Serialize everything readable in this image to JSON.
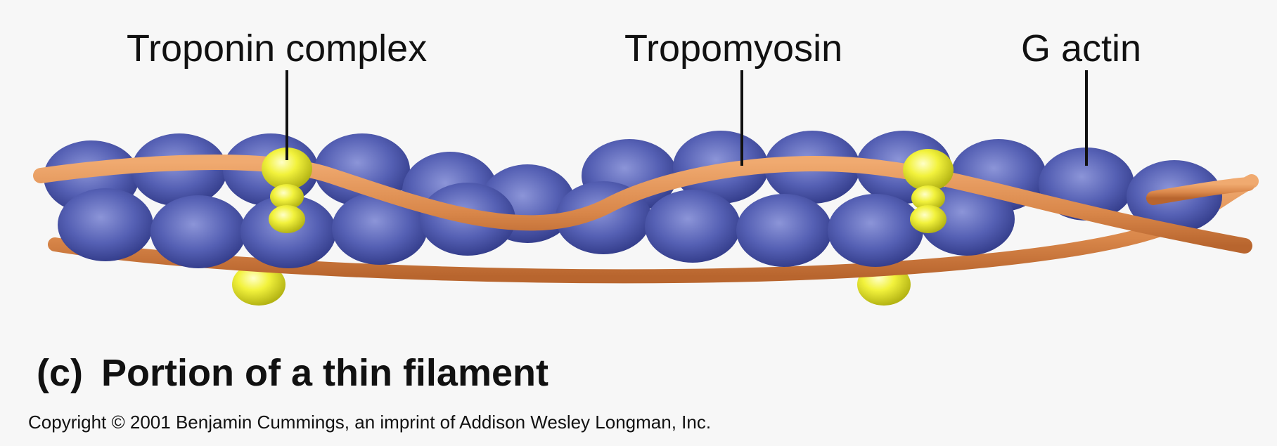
{
  "labels": {
    "troponin": "Troponin complex",
    "tropomyosin": "Tropomyosin",
    "g_actin": "G actin"
  },
  "caption": {
    "part": "(c)",
    "title": "Portion of a thin filament"
  },
  "copyright": "Copyright © 2001 Benjamin Cummings, an imprint of Addison Wesley Longman, Inc.",
  "colors": {
    "background": "#f7f7f7",
    "actin": "#4a55a8",
    "tropomyosin": "#d9874a",
    "troponin": "#e6e62e",
    "leader_line": "#111111"
  }
}
